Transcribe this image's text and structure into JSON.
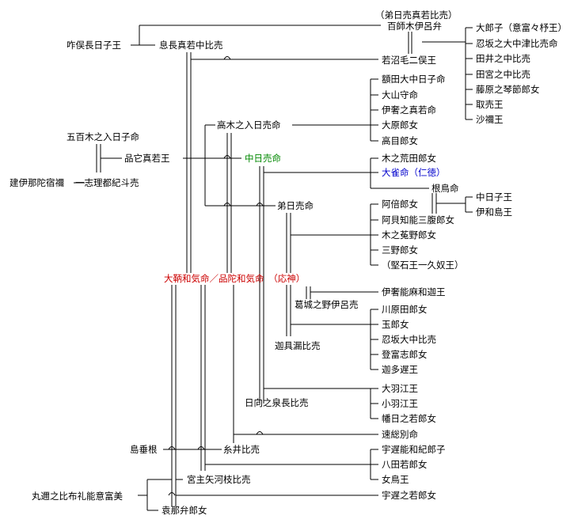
{
  "colors": {
    "text": "#000000",
    "nintoku": "#0000cc",
    "ojin": "#cc0000",
    "nakatsuhime": "#008800",
    "line": "#000000"
  },
  "people": {
    "ototachi_title": "（弟日売真若比売）",
    "momoshiki": "百師木伊呂弁",
    "okiyo": "咋俣長日子王",
    "okinaga": "息長真若中比売",
    "wakanuke": "若沼毛二俣王",
    "ohoiratsuko": "大郎子（意富々杼王）",
    "oshisaka": "忍坂之大中津比売命",
    "tainonaka": "田井之中比売",
    "tanomiya": "田宮之中比売",
    "fujiwara": "藤原之琴節郎女",
    "torime": "取売王",
    "sanemi": "沙禰王",
    "nukata": "額田大中日子命",
    "ohoyama": "大山守命",
    "isanomawaka": "伊奢之真若命",
    "ohara_f": "大原郎女",
    "komuku": "高目郎女",
    "takagi": "高木之入日売命",
    "ioki": "五百木之入日子命",
    "homuda": "品它真若王",
    "nakatsuhime": "中日売命",
    "iwanohime": "建伊那陀宿禰",
    "shirikina": "一志理都紀斗売",
    "kinoarata": "木之荒田郎女",
    "osazaki": "大雀命（仁徳）",
    "netori": "根鳥命",
    "nakatsumiko": "中日子王",
    "iwashima": "伊和島王",
    "otohime": "弟日売命",
    "abe": "阿倍郎女",
    "ahaishi": "阿貝知能三腹郎女",
    "kinoaraya": "木之菟野郎女",
    "mino": "三野郎女",
    "katashi": "（堅石王一久奴王）",
    "ojin": "大鞆和気命／品陀和気命　（応神）",
    "isanomawake": "伊奢能麻和迦王",
    "kazuraki": "葛城之野伊呂売",
    "kawarada": "川原田郎女",
    "tamaira": "玉郎女",
    "oshisakanaka": "忍坂大中比売",
    "tofushi": "登富志郎女",
    "katachi": "迦多遅王",
    "kagumiri": "迦具漏比売",
    "ohohae": "大羽江王",
    "kohae": "小羽江王",
    "hatabi": "幡日之若郎女",
    "hyuga": "日向之泉長比売",
    "hayabusa": "速総別命",
    "shimatari": "島垂根",
    "itoi": "糸井比売",
    "ujinowaki": "宇遅能和紀郎子",
    "yata": "八田若郎女",
    "medori": "女鳥王",
    "miyanushi": "宮主矢河枝比売",
    "wani": "丸邇之比布礼能意富美",
    "onabe": "袁那弁郎女",
    "ujinowakiiratsume": "宇遅之若郎女"
  }
}
